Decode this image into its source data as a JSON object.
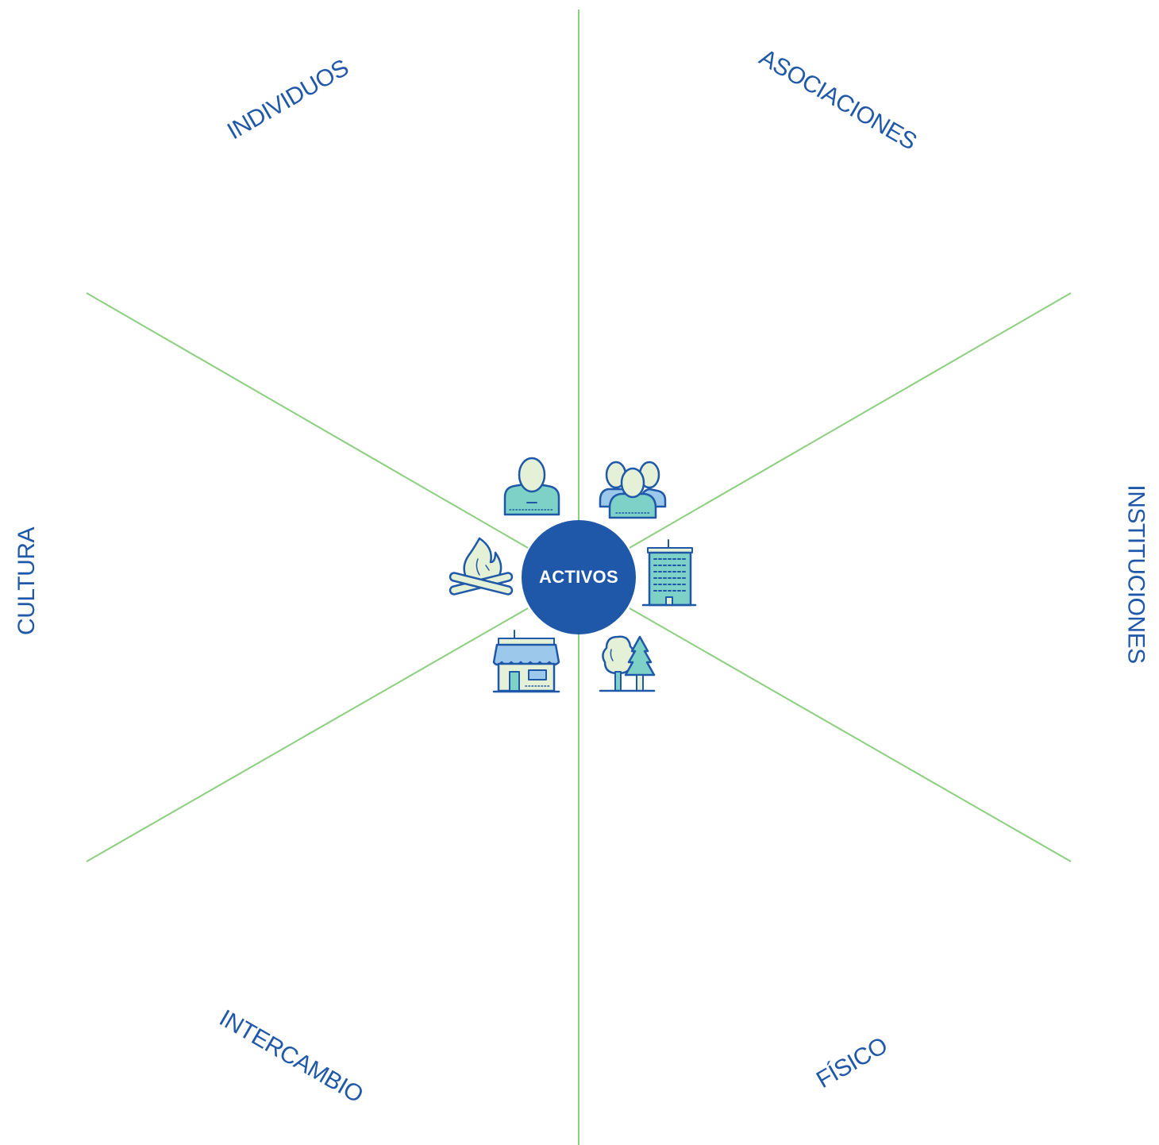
{
  "colors": {
    "divider_green": "#8ccf7e",
    "brand_blue": "#1f58a8",
    "label_blue": "#1f58a8",
    "icon_outline": "#1f58a8",
    "icon_fill_light": "#e4f1d6",
    "icon_fill_teal": "#7ed1c6",
    "icon_fill_sky": "#9cc8ec"
  },
  "center": {
    "label": "ACTIVOS"
  },
  "segments": [
    {
      "id": "individuos",
      "label": "INDIVIDUOS",
      "icon": "person-icon"
    },
    {
      "id": "asociaciones",
      "label": "ASOCIACIONES",
      "icon": "group-icon"
    },
    {
      "id": "instituciones",
      "label": "INSTITUCIONES",
      "icon": "building-icon"
    },
    {
      "id": "fisico",
      "label": "FÍSICO",
      "icon": "trees-icon"
    },
    {
      "id": "intercambio",
      "label": "INTERCAMBIO",
      "icon": "shop-icon"
    },
    {
      "id": "cultura",
      "label": "CULTURA",
      "icon": "campfire-icon"
    }
  ]
}
